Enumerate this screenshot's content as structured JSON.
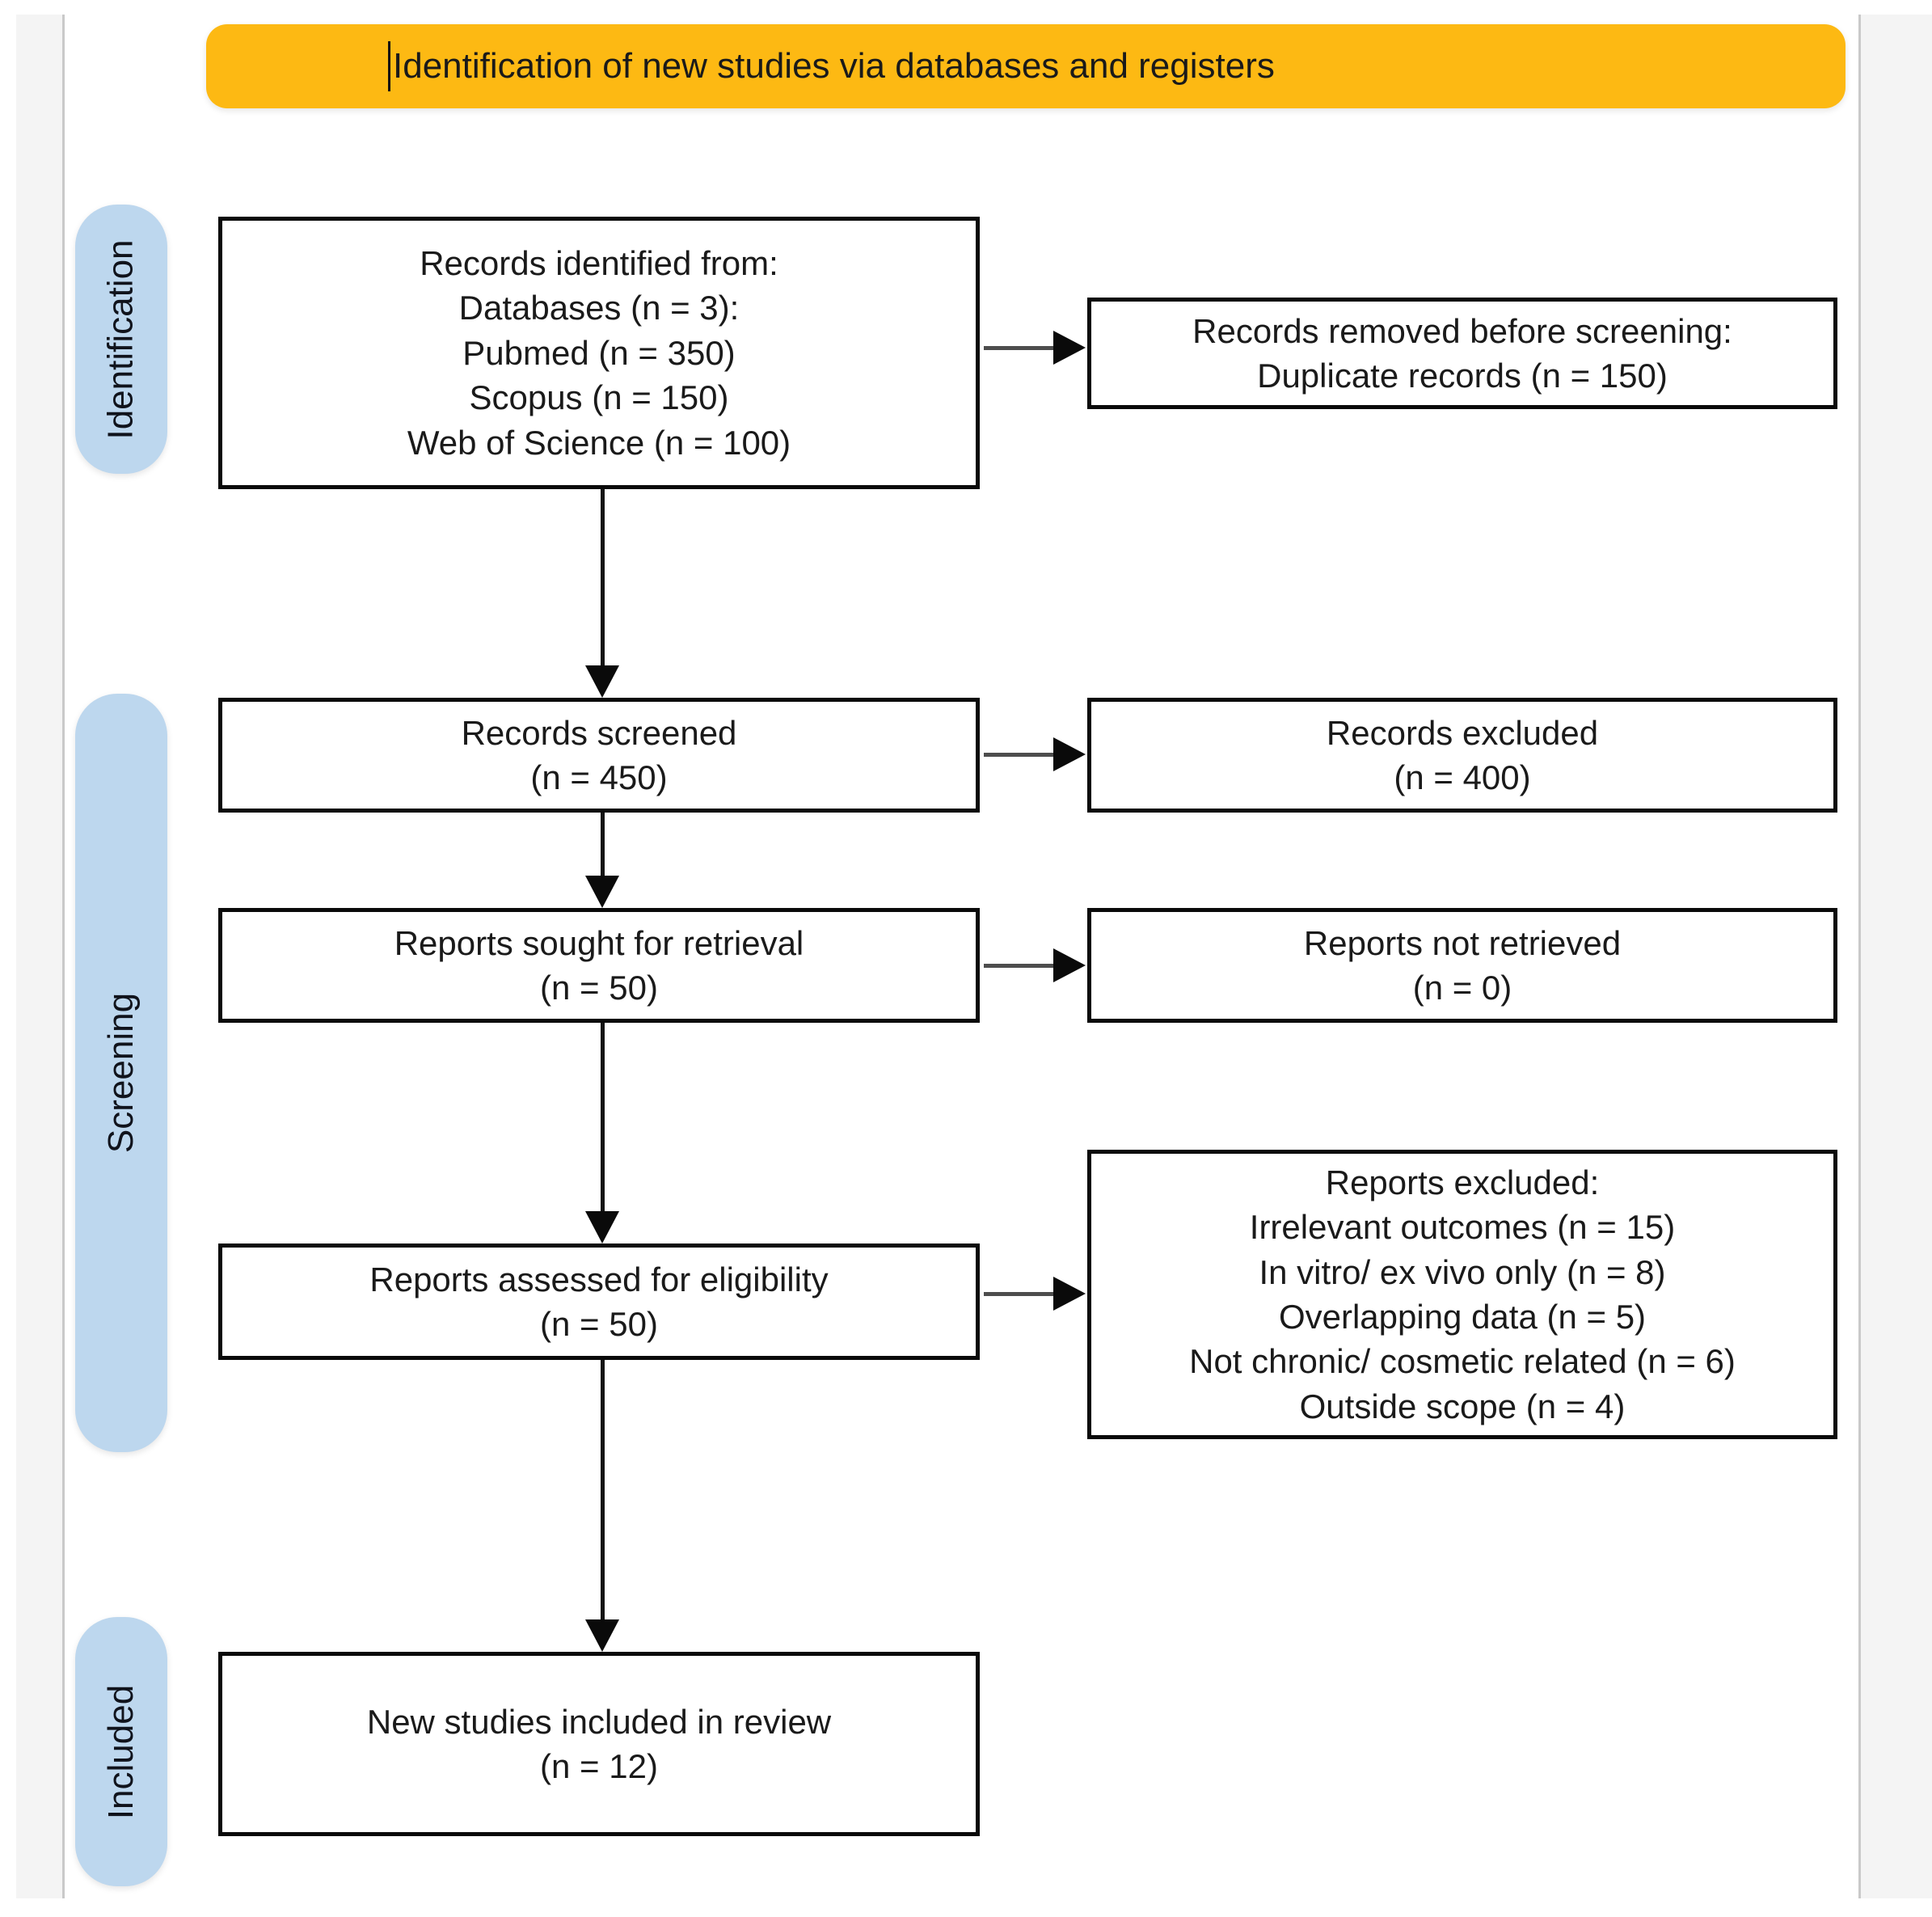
{
  "colors": {
    "banner_bg": "#FDB913",
    "stage_bg": "#BDD7EE",
    "box_border": "#0a0a0a",
    "text": "#1a1a1a"
  },
  "banner": {
    "title": "Identification of new studies via databases and registers"
  },
  "stages": [
    {
      "label": "Identification"
    },
    {
      "label": "Screening"
    },
    {
      "label": "Included"
    }
  ],
  "boxes": {
    "records_identified": {
      "lines": [
        "Records identified from:",
        "Databases (n = 3):",
        "Pubmed (n = 350)",
        "Scopus (n = 150)",
        "Web of Science (n = 100)"
      ]
    },
    "records_removed": {
      "lines": [
        "Records removed before screening:",
        "Duplicate records (n = 150)"
      ]
    },
    "records_screened": {
      "lines": [
        "Records screened",
        "(n = 450)"
      ]
    },
    "records_excluded": {
      "lines": [
        "Records excluded",
        "(n = 400)"
      ]
    },
    "reports_sought": {
      "lines": [
        "Reports sought for retrieval",
        "(n = 50)"
      ]
    },
    "reports_not_retrieved": {
      "lines": [
        "Reports not retrieved",
        "(n = 0)"
      ]
    },
    "reports_assessed": {
      "lines": [
        "Reports assessed for eligibility",
        "(n = 50)"
      ]
    },
    "reports_excluded": {
      "lines": [
        "Reports excluded:",
        "Irrelevant outcomes (n = 15)",
        "In vitro/ ex vivo only (n = 8)",
        "Overlapping data (n = 5)",
        "Not chronic/ cosmetic related (n = 6)",
        "Outside scope (n = 4)"
      ]
    },
    "new_studies_included": {
      "lines": [
        "New studies included in review",
        "(n = 12)"
      ]
    }
  }
}
